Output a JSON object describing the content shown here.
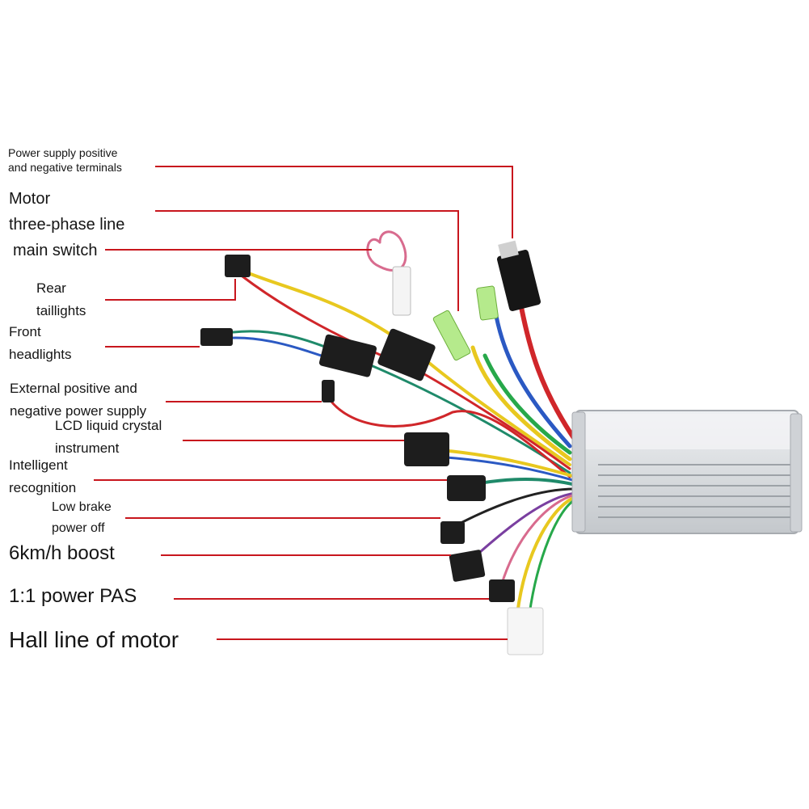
{
  "colors": {
    "leader": "#c8161d",
    "housing": "#dcdfe2",
    "housing_dark": "#9aa0a6",
    "connector": "#1c1c1c"
  },
  "icons": [
    "controller-housing-icon",
    "wire-harness-icon",
    "connector-icon"
  ],
  "labels": [
    {
      "id": "power-supply-terminals",
      "lines": [
        "Power supply positive",
        "and negative terminals"
      ]
    },
    {
      "id": "motor-three-phase-line",
      "lines": [
        "Motor",
        "three-phase line"
      ]
    },
    {
      "id": "main-switch",
      "lines": [
        "main switch"
      ]
    },
    {
      "id": "rear-taillights",
      "lines": [
        "Rear",
        "taillights"
      ]
    },
    {
      "id": "front-headlights",
      "lines": [
        "Front",
        "headlights"
      ]
    },
    {
      "id": "external-power-supply",
      "lines": [
        "External positive and",
        "negative power supply"
      ]
    },
    {
      "id": "lcd-instrument",
      "lines": [
        "LCD liquid crystal",
        "instrument"
      ]
    },
    {
      "id": "intelligent-recognition",
      "lines": [
        "Intelligent",
        "recognition"
      ]
    },
    {
      "id": "low-brake-power-off",
      "lines": [
        "Low brake",
        "power off"
      ]
    },
    {
      "id": "boost-6kmh",
      "lines": [
        "6km/h boost"
      ]
    },
    {
      "id": "power-pas",
      "lines": [
        "1:1 power PAS"
      ]
    },
    {
      "id": "hall-line-motor",
      "lines": [
        "Hall line of motor"
      ]
    }
  ]
}
